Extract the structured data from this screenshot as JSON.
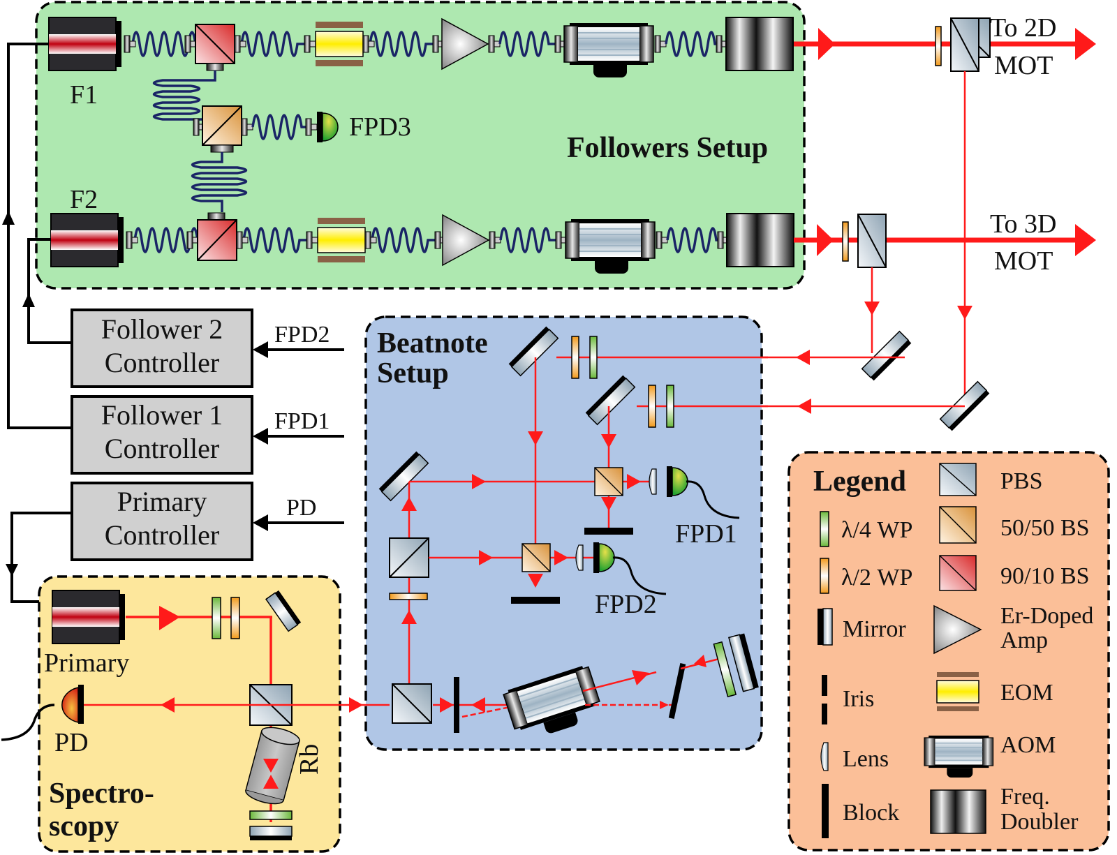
{
  "figure": {
    "sections": {
      "followers": "Followers Setup",
      "beatnote_line1": "Beatnote",
      "beatnote_line2": "Setup",
      "spectroscopy_line1": "Spectro-",
      "spectroscopy_line2": "scopy",
      "legend": "Legend"
    },
    "lasers": {
      "f1": "F1",
      "f2": "F2",
      "primary": "Primary"
    },
    "detectors": {
      "fpd1": "FPD1",
      "fpd2": "FPD2",
      "fpd3": "FPD3",
      "pd": "PD"
    },
    "outputs": {
      "to_2d_line1": "To 2D",
      "to_2d_line2": "MOT",
      "to_3d_line1": "To 3D",
      "to_3d_line2": "MOT"
    },
    "controllers": [
      {
        "line1": "Follower 2",
        "line2": "Controller",
        "input": "FPD2"
      },
      {
        "line1": "Follower 1",
        "line2": "Controller",
        "input": "FPD1"
      },
      {
        "line1": "Primary",
        "line2": "Controller",
        "input": "PD"
      }
    ],
    "rb_cell": "Rb",
    "legend_items": {
      "left": [
        {
          "icon": "quarter-waveplate",
          "label": "λ/4 WP"
        },
        {
          "icon": "half-waveplate",
          "label": "λ/2 WP"
        },
        {
          "icon": "mirror",
          "label": "Mirror"
        },
        {
          "icon": "iris",
          "label": "Iris"
        },
        {
          "icon": "lens",
          "label": "Lens"
        },
        {
          "icon": "block",
          "label": "Block"
        }
      ],
      "right": [
        {
          "icon": "pbs",
          "label": "PBS"
        },
        {
          "icon": "bs-50-50",
          "label": "50/50 BS"
        },
        {
          "icon": "bs-90-10",
          "label": "90/10 BS"
        },
        {
          "icon": "amplifier",
          "label_line1": "Er-Doped",
          "label_line2": "Amp"
        },
        {
          "icon": "eom",
          "label": "EOM"
        },
        {
          "icon": "aom",
          "label": "AOM"
        },
        {
          "icon": "frequency-doubler",
          "label_line1": "Freq.",
          "label_line2": "Doubler"
        }
      ]
    },
    "colors": {
      "followers_bg": "#aee8b0",
      "beatnote_bg": "#b0c6e6",
      "spectroscopy_bg": "#fde79c",
      "legend_bg": "#fbbf98",
      "beam": "#ff1a1a",
      "controller_bg": "#d0d0d0"
    }
  }
}
